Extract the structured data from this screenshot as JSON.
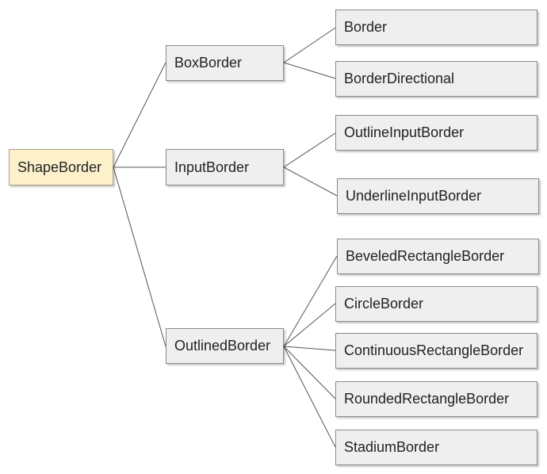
{
  "root": {
    "label": "ShapeBorder"
  },
  "groups": [
    {
      "label": "BoxBorder",
      "children": [
        "Border",
        "BorderDirectional"
      ]
    },
    {
      "label": "InputBorder",
      "children": [
        "OutlineInputBorder",
        "UnderlineInputBorder"
      ]
    },
    {
      "label": "OutlinedBorder",
      "children": [
        "BeveledRectangleBorder",
        "CircleBorder",
        "ContinuousRectangleBorder",
        "RoundedRectangleBorder",
        "StadiumBorder"
      ]
    }
  ],
  "colors": {
    "root_fill": "#fdf1cc",
    "node_fill": "#efefef",
    "node_border": "#8a8a8a",
    "edge": "#555555"
  }
}
